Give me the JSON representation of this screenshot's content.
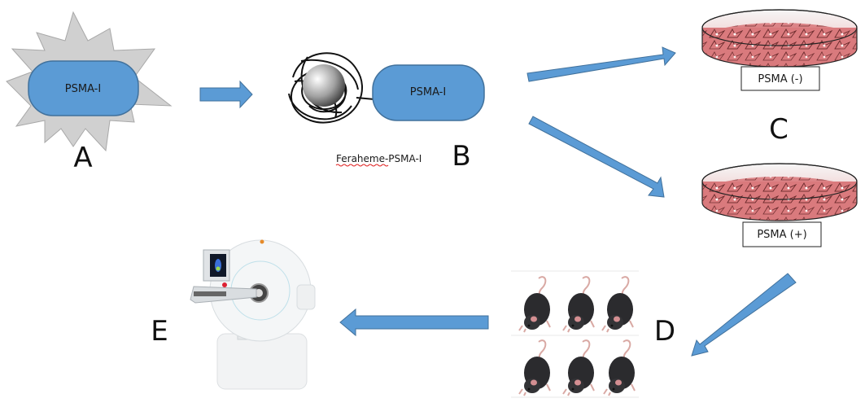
{
  "colors": {
    "node_fill": "#5b9bd5",
    "node_stroke": "#41719c",
    "arrow_fill": "#5b9bd5",
    "starburst_fill": "#d0d0d0",
    "dish_medium": "#d9777a",
    "spellcheck": "#e02020"
  },
  "stage_a": {
    "node_label": "PSMA-I",
    "letter": "A"
  },
  "stage_b": {
    "node_label": "PSMA-I",
    "caption": "Feraheme-PSMA-I",
    "letter": "B"
  },
  "stage_c": {
    "dish_negative_label": "PSMA (-)",
    "dish_positive_label": "PSMA (+)",
    "letter": "C"
  },
  "stage_d": {
    "letter": "D",
    "mice_count": 6
  },
  "stage_e": {
    "letter": "E"
  },
  "icons": [
    "starburst-icon",
    "nanoparticle-icon",
    "petri-dish-icon",
    "mouse-icon",
    "scanner-icon",
    "arrow-icon"
  ]
}
